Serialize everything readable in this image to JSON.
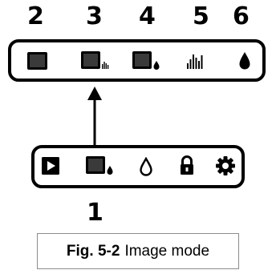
{
  "top_row_labels": [
    "2",
    "3",
    "4",
    "5",
    "6"
  ],
  "bottom_label": "1",
  "top_panel": {
    "icons": [
      "screen-icon",
      "screen-histogram-icon",
      "screen-drop-icon",
      "histogram-icon",
      "drop-filled-icon"
    ]
  },
  "bottom_panel": {
    "icons": [
      "play-icon",
      "screen-drop-icon",
      "drop-outline-icon",
      "lock-icon",
      "gear-icon"
    ]
  },
  "caption": {
    "figure": "Fig. 5-2",
    "text": "Image mode"
  },
  "colors": {
    "ink": "#000000",
    "caption_border": "#8c8c8c"
  }
}
